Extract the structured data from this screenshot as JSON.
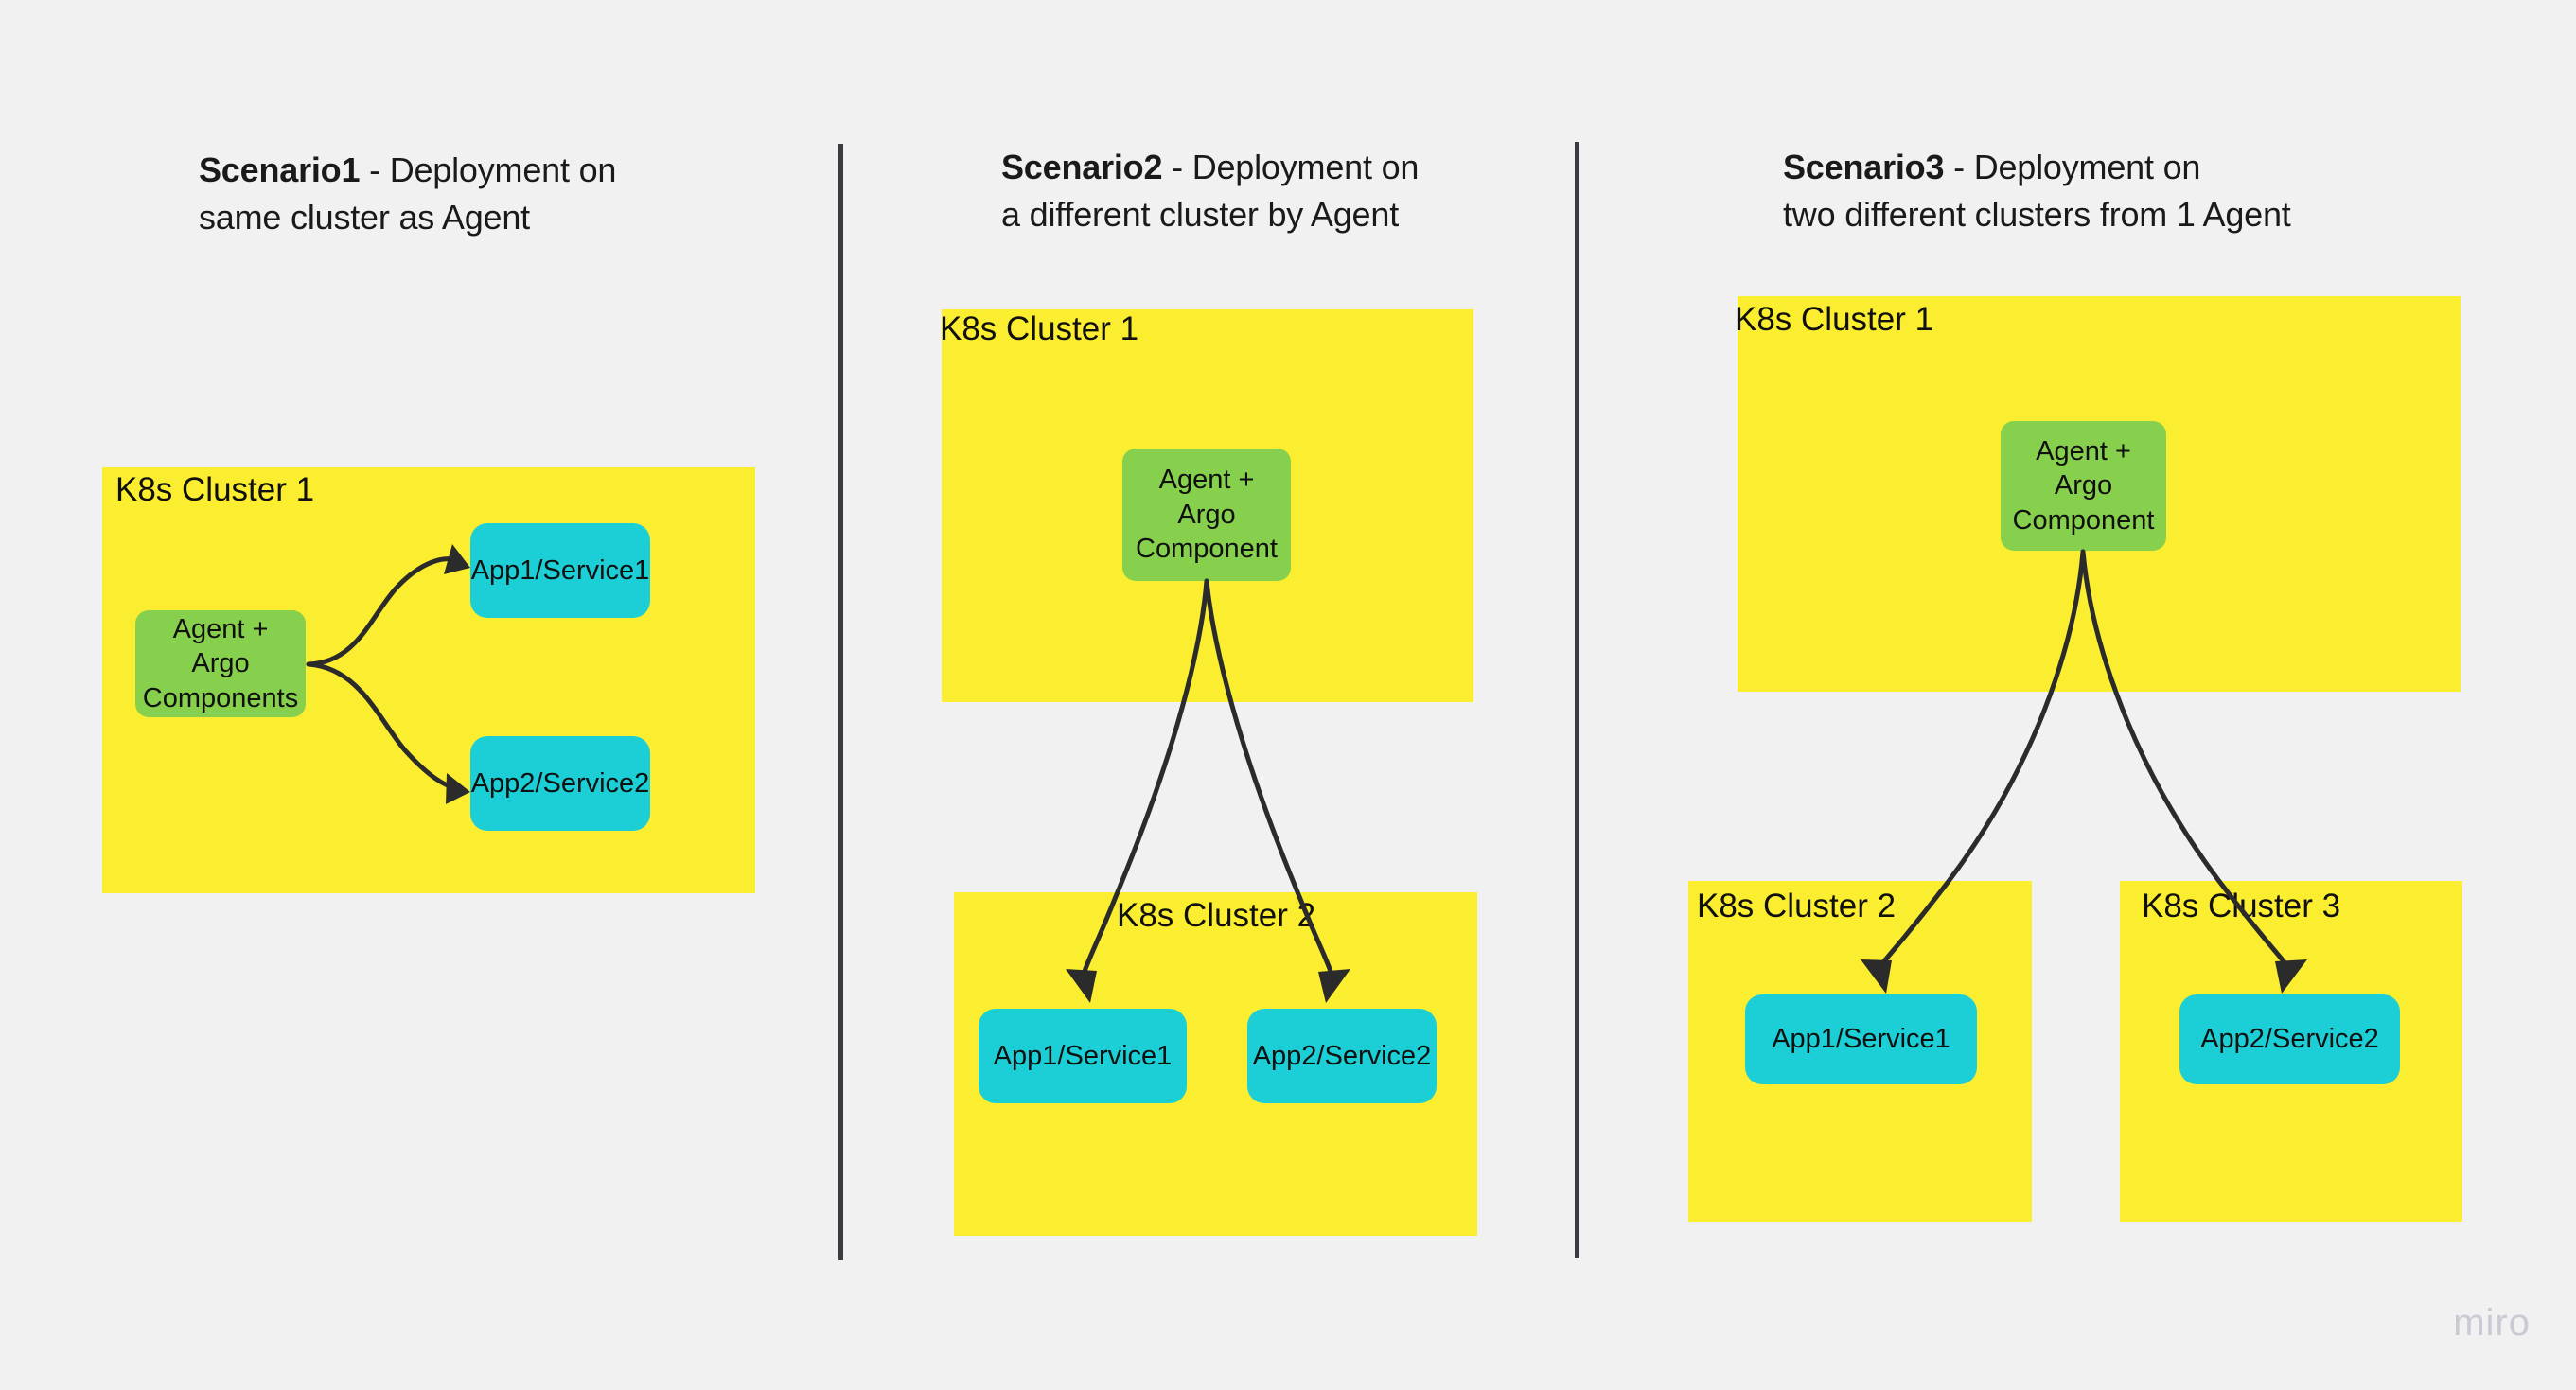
{
  "board": {
    "background_color": "#f1f1f1",
    "watermark": "miro"
  },
  "palette": {
    "cluster_yellow": "#fbee30",
    "agent_green": "#87d04e",
    "app_cyan": "#1ccfd6",
    "arrow_dark": "#2b2b2b",
    "divider_dark": "#3a3c3f",
    "text_dark": "#101010",
    "watermark_gray": "#c9cad3"
  },
  "scenarios": [
    {
      "id": "scenario1",
      "title_bold": "Scenario1",
      "title_rest": " - Deployment on\nsame cluster as Agent",
      "clusters": [
        {
          "id": "s1-cluster1",
          "label": "K8s Cluster 1"
        }
      ],
      "nodes": [
        {
          "id": "s1-agent",
          "label": "Agent + Argo\nComponents",
          "type": "agent"
        },
        {
          "id": "s1-app1",
          "label": "App1/Service1",
          "type": "app"
        },
        {
          "id": "s1-app2",
          "label": "App2/Service2",
          "type": "app"
        }
      ],
      "edges": [
        {
          "from": "s1-agent",
          "to": "s1-app1"
        },
        {
          "from": "s1-agent",
          "to": "s1-app2"
        }
      ]
    },
    {
      "id": "scenario2",
      "title_bold": "Scenario2",
      "title_rest": " - Deployment on\na different cluster by Agent",
      "clusters": [
        {
          "id": "s2-cluster1",
          "label": "K8s Cluster 1"
        },
        {
          "id": "s2-cluster2",
          "label": "K8s Cluster 2"
        }
      ],
      "nodes": [
        {
          "id": "s2-agent",
          "label": "Agent +\nArgo\nComponent",
          "type": "agent"
        },
        {
          "id": "s2-app1",
          "label": "App1/Service1",
          "type": "app"
        },
        {
          "id": "s2-app2",
          "label": "App2/Service2",
          "type": "app"
        }
      ],
      "edges": [
        {
          "from": "s2-agent",
          "to": "s2-app1"
        },
        {
          "from": "s2-agent",
          "to": "s2-app2"
        }
      ]
    },
    {
      "id": "scenario3",
      "title_bold": "Scenario3",
      "title_rest": " - Deployment on\ntwo different clusters from 1 Agent",
      "clusters": [
        {
          "id": "s3-cluster1",
          "label": "K8s Cluster 1"
        },
        {
          "id": "s3-cluster2",
          "label": "K8s Cluster 2"
        },
        {
          "id": "s3-cluster3",
          "label": "K8s Cluster 3"
        }
      ],
      "nodes": [
        {
          "id": "s3-agent",
          "label": "Agent +\nArgo\nComponent",
          "type": "agent"
        },
        {
          "id": "s3-app1",
          "label": "App1/Service1",
          "type": "app"
        },
        {
          "id": "s3-app2",
          "label": "App2/Service2",
          "type": "app"
        }
      ],
      "edges": [
        {
          "from": "s3-agent",
          "to": "s3-app1"
        },
        {
          "from": "s3-agent",
          "to": "s3-app2"
        }
      ]
    }
  ]
}
